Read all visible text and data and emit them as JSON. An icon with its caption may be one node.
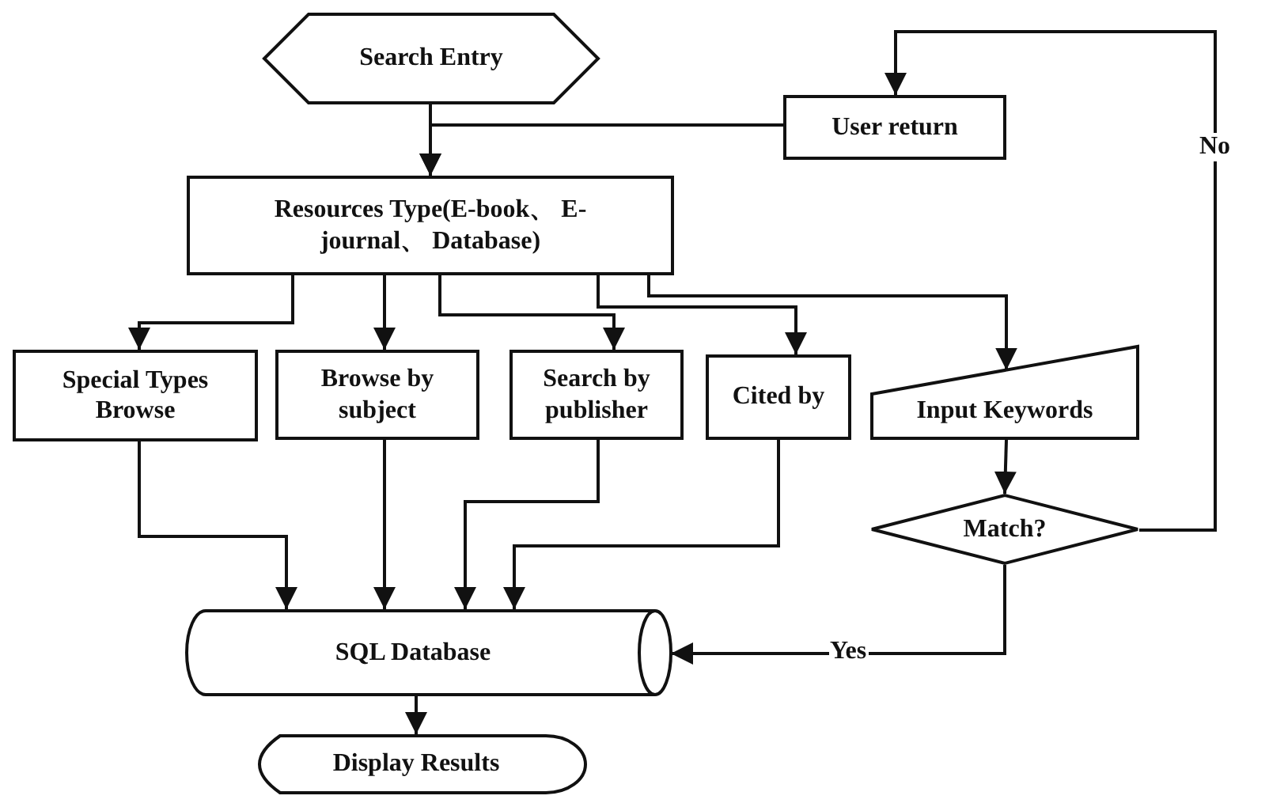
{
  "diagram": {
    "nodes": [
      {
        "text": [
          "Search Entry"
        ]
      },
      {
        "text": [
          "User return"
        ]
      },
      {
        "text": [
          "Resources Type(E-book、 E-journal、 Database)"
        ]
      },
      {
        "text": [
          "Special Types Browse"
        ]
      },
      {
        "text": [
          "Browse by subject"
        ]
      },
      {
        "text": [
          "Search by publisher"
        ]
      },
      {
        "text": [
          "Cited by"
        ]
      },
      {
        "text": [
          "Input Keywords"
        ]
      },
      {
        "text": [
          "Match?"
        ]
      },
      {
        "text": [
          "SQL Database"
        ]
      },
      {
        "text": [
          "Display Results"
        ]
      }
    ],
    "edges": [
      {
        "from": 0,
        "to": 2,
        "arrow": "to"
      },
      {
        "from": 1,
        "to": 2,
        "arrow": "to"
      },
      {
        "from": 2,
        "to": 3,
        "arrow": "to"
      },
      {
        "from": 2,
        "to": 4,
        "arrow": "to"
      },
      {
        "from": 2,
        "to": 5,
        "arrow": "to"
      },
      {
        "from": 2,
        "to": 6,
        "arrow": "to"
      },
      {
        "from": 2,
        "to": 7,
        "arrow": "to"
      },
      {
        "from": 7,
        "to": 8,
        "arrow": "to"
      },
      {
        "from": 8,
        "to": 1,
        "arrow": "to",
        "label": "No"
      },
      {
        "from": 8,
        "to": 9,
        "arrow": "to",
        "label": "Yes"
      },
      {
        "from": 3,
        "to": 9,
        "arrow": "to"
      },
      {
        "from": 4,
        "to": 9,
        "arrow": "to"
      },
      {
        "from": 5,
        "to": 9,
        "arrow": "to"
      },
      {
        "from": 6,
        "to": 9,
        "arrow": "to"
      },
      {
        "from": 9,
        "to": 10,
        "arrow": "to"
      }
    ]
  }
}
